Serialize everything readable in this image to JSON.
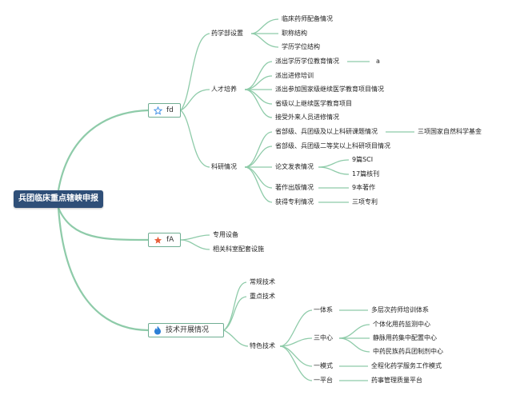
{
  "root": "兵团临床重点辖峡申报",
  "b1": {
    "label": "fd",
    "g1": {
      "label": "药学部设置",
      "items": [
        "临床药师配备情况",
        "职称结构",
        "学历学位结构"
      ]
    },
    "g2": {
      "label": "人才培养",
      "items": [
        "派出学历学位教育情况",
        "派出进修培训",
        "派出参加国家级继续医学教育项目情况",
        "省级以上继续医学教育项目",
        "接受外来人员进修情况"
      ],
      "leaf0": "a"
    },
    "g3": {
      "label": "科研情况",
      "items": [
        "省部级、兵团级及以上科研课题情况",
        "省部级、兵团级二等奖以上科研项目情况",
        "论文发表情况",
        "著作出版情况",
        "获得专利情况"
      ],
      "leaf0": "三项国家自然科学基金",
      "papers": [
        "9篇SCI",
        "17篇核刊"
      ],
      "leaf3": "9本著作",
      "leaf4": "三项专利"
    }
  },
  "b2": {
    "label": "fA",
    "items": [
      "专用设备",
      "相关科室配套设施"
    ]
  },
  "b3": {
    "label": "技术开展情况",
    "items": [
      "常规技术",
      "重点技术",
      "特色技术"
    ],
    "special": {
      "items": [
        "一体系",
        "三中心",
        "一模式",
        "一平台"
      ],
      "yitixi": "多层次药师培训体系",
      "sanzhongxin": [
        "个体化用药监测中心",
        "静脉用药集中配置中心",
        "中药民族药兵团制剂中心"
      ],
      "yimoshi": "全程化药学服务工作模式",
      "yipingtai": "药事管理质量平台"
    }
  },
  "colors": {
    "edge": "#8ecba9",
    "root_bg": "#2f4f78",
    "star_blue": "#3d8ee6",
    "star_orange": "#e8603c",
    "fire": "#2c7fd6"
  }
}
